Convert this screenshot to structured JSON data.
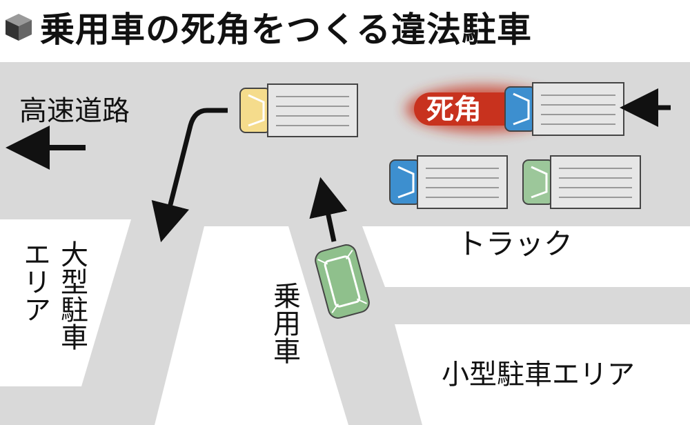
{
  "title": "乗用車の死角をつくる違法駐車",
  "labels": {
    "expressway": "高速道路",
    "blind_spot": "死角",
    "trucks": "トラック",
    "passenger_car": "乗用車",
    "large_parking": "大型駐車エリア",
    "small_parking": "小型駐車エリア"
  },
  "icons": {
    "title_icon": "cube-icon",
    "arrows": [
      "arrow-left-icon",
      "arrow-left-icon",
      "arrow-up-icon",
      "curved-arrow-down-icon"
    ]
  },
  "colors": {
    "road": "#d9d9d9",
    "lot": "#ffffff",
    "truck_body": "#e6e6e6",
    "cab_yellow": "#f5dc8c",
    "cab_blue": "#3d8fcf",
    "cab_green": "#9cc79a",
    "car_green": "#8fc08c",
    "blind_spot_red": "#c8321e"
  }
}
